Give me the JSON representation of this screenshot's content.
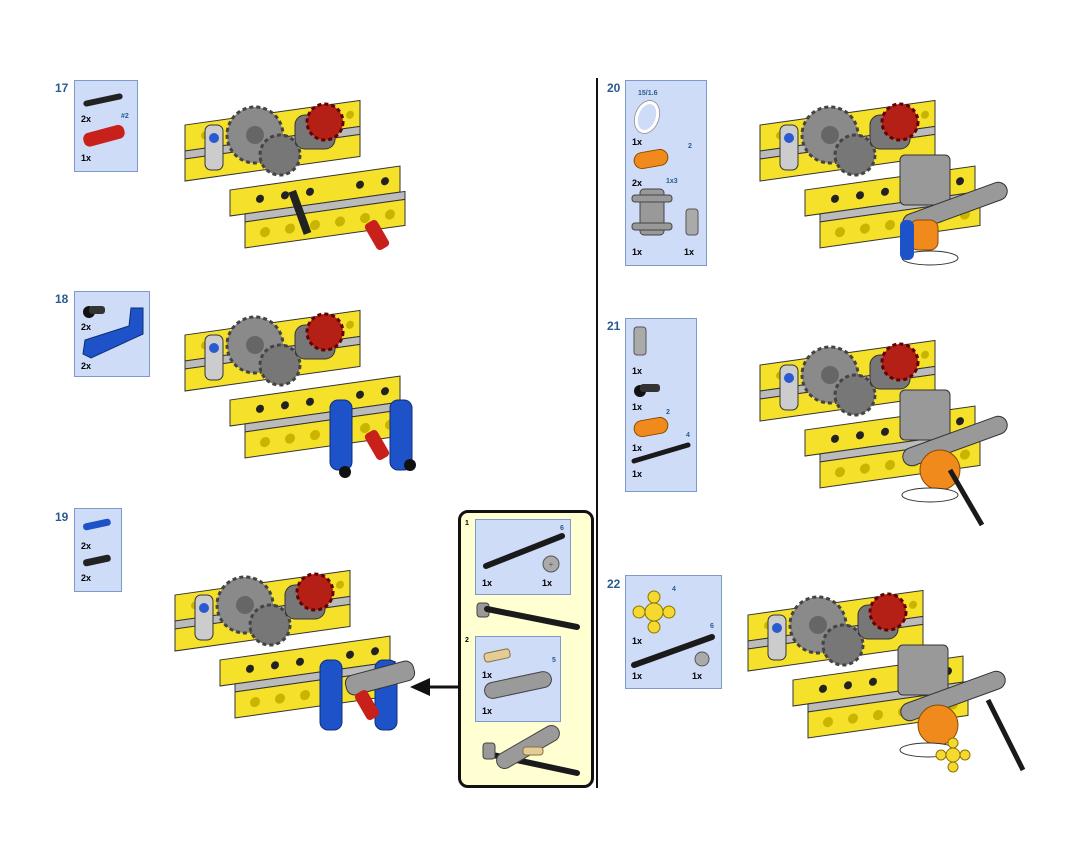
{
  "left_column": {
    "steps": [
      {
        "number": "17",
        "parts": [
          {
            "qty": "2x",
            "icon": "black-pin-axle"
          },
          {
            "qty": "1x",
            "label": "#2",
            "icon": "red-axle-connector"
          }
        ]
      },
      {
        "number": "18",
        "parts": [
          {
            "qty": "2x",
            "icon": "black-pin"
          },
          {
            "qty": "2x",
            "icon": "blue-angled-beam"
          }
        ]
      },
      {
        "number": "19",
        "parts": [
          {
            "qty": "2x",
            "icon": "blue-pin-axle"
          },
          {
            "qty": "2x",
            "icon": "black-pin"
          }
        ]
      }
    ],
    "callout": {
      "substeps": [
        {
          "number": "1",
          "parts": [
            {
              "qty": "1x",
              "label": "6",
              "icon": "black-axle"
            },
            {
              "qty": "1x",
              "icon": "bush"
            }
          ]
        },
        {
          "number": "2",
          "parts": [
            {
              "qty": "1x",
              "icon": "tan-pin-axle"
            },
            {
              "qty": "1x",
              "label": "5",
              "icon": "gray-beam"
            }
          ]
        }
      ]
    }
  },
  "right_column": {
    "steps": [
      {
        "number": "20",
        "parts": [
          {
            "qty": "1x",
            "label": "15/1.6",
            "icon": "white-rubber-band"
          },
          {
            "qty": "2x",
            "label": "2",
            "icon": "orange-beam"
          },
          {
            "qty": "1x",
            "label": "1x3",
            "icon": "gray-connector-block"
          },
          {
            "qty": "1x",
            "icon": "gray-axle-sleeve"
          }
        ]
      },
      {
        "number": "21",
        "parts": [
          {
            "qty": "1x",
            "icon": "gray-axle-sleeve"
          },
          {
            "qty": "1x",
            "icon": "black-pin"
          },
          {
            "qty": "1x",
            "label": "2",
            "icon": "orange-beam"
          },
          {
            "qty": "1x",
            "label": "4",
            "icon": "black-axle"
          }
        ]
      },
      {
        "number": "22",
        "parts": [
          {
            "qty": "1x",
            "label": "4",
            "icon": "yellow-hub"
          },
          {
            "qty": "1x",
            "label": "6",
            "icon": "black-axle"
          },
          {
            "qty": "1x",
            "icon": "bush"
          }
        ]
      }
    ]
  },
  "colors": {
    "step_number": "#2a5a90",
    "parts_box": "#cfdcf8",
    "callout_bg": "#ffffd2",
    "beam_yellow": "#f5e02a"
  }
}
